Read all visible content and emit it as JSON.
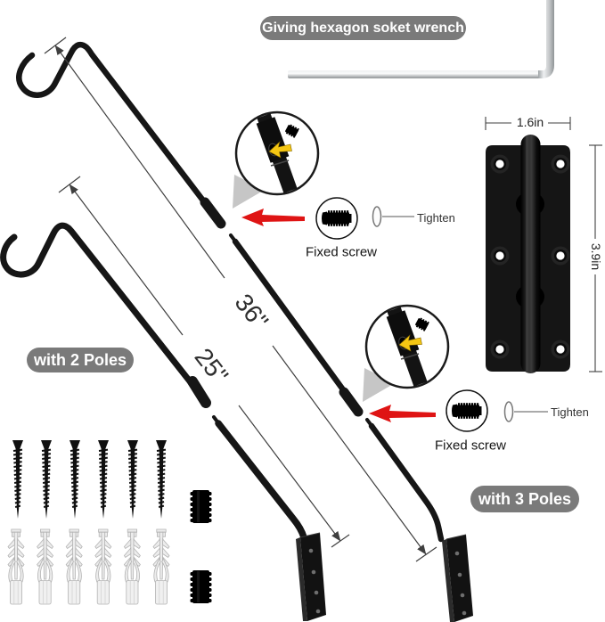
{
  "labels": {
    "wrench_pill": "Giving hexagon soket wrench",
    "two_poles_pill": "with 2 Poles",
    "three_poles_pill": "with 3 Poles",
    "pole_length_36": "36\"",
    "pole_length_25": "25\"",
    "bracket_width": "1.6in",
    "bracket_height": "3.9in",
    "fixed_screw_1": "Fixed screw",
    "fixed_screw_2": "Fixed screw",
    "tighten_1": "Tighten",
    "tighten_2": "Tighten"
  },
  "colors": {
    "background": "#ffffff",
    "pill_bg": "#7a7a7a",
    "pill_text": "#ffffff",
    "metal_black": "#141414",
    "arrow_red": "#df1414",
    "arrow_yellow": "#f4c613",
    "dim_line": "#3f3f3f",
    "anchor_white": "#ececec",
    "wrench_silver": "#c9cccf"
  },
  "icons": {
    "hex-wrench-icon": "L-shaped allen key",
    "hook-pole-36-icon": "36 inch hook pole with 2 junctions",
    "hook-pole-25-icon": "25 inch hook pole with 1 junction",
    "magnifier-callout": "zoom circle showing pole connector hole with set screw",
    "set-screw-icon": "black threaded grub screw",
    "red-arrow-icon": "red arrow pointing at pole junction",
    "tighten-pin-icon": "pin pointing to tighten label",
    "wall-bracket-icon": "black wall bracket 1.6in x 3.9in with 6 holes",
    "mounting-plate-icon": "wall mounting plate at pole end",
    "screw-icon": "black drywall screw",
    "wall-anchor-icon": "white plastic wall anchor"
  }
}
